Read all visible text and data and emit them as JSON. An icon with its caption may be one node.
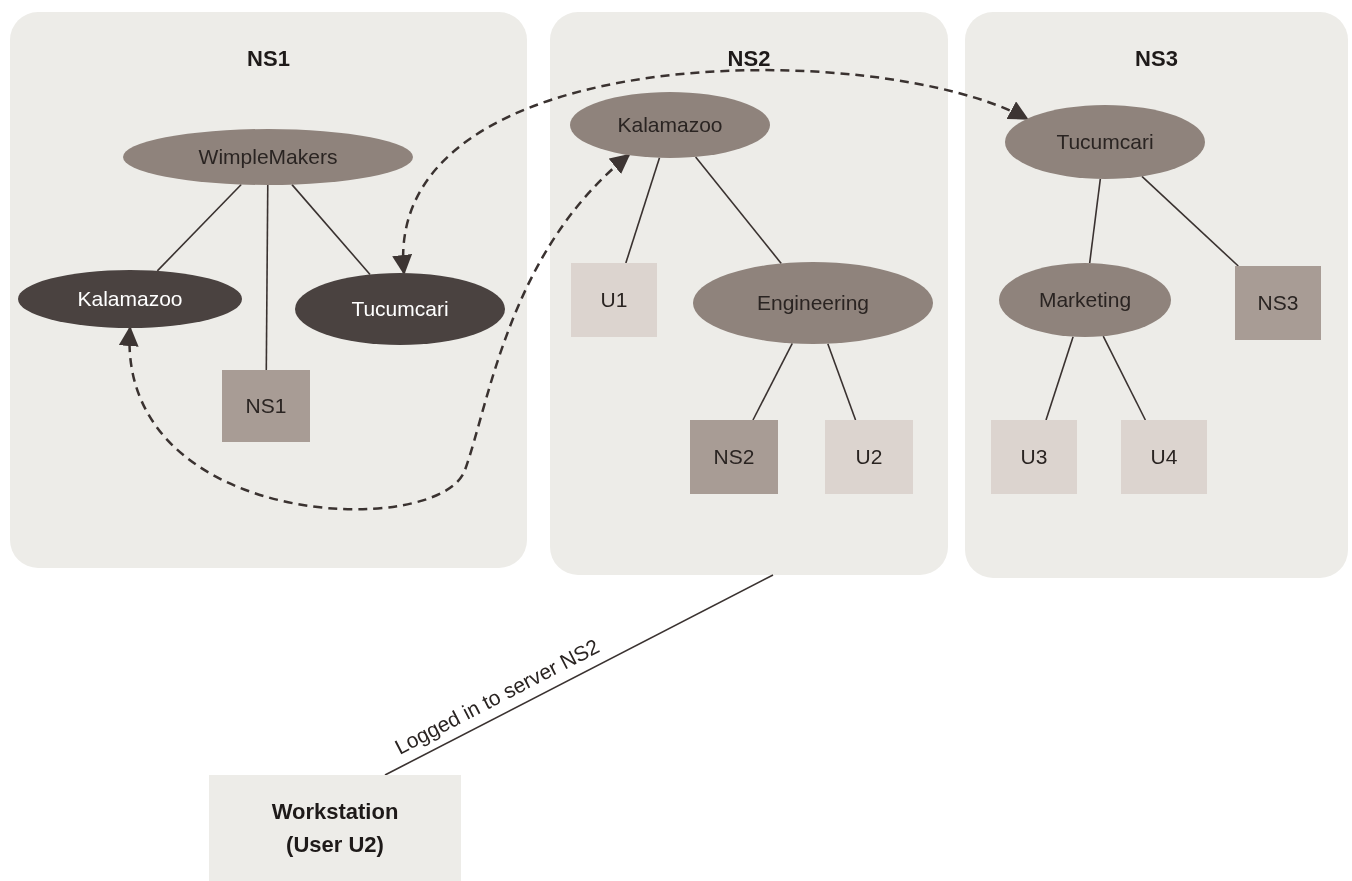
{
  "diagram": {
    "nodes": [
      {
        "text": [
          "NS1"
        ]
      },
      {
        "text": [
          "WimpleMakers"
        ],
        "in": 0
      },
      {
        "text": [
          "Kalamazoo"
        ],
        "in": 0
      },
      {
        "text": [
          "Tucumcari"
        ],
        "in": 0
      },
      {
        "text": [
          "NS1"
        ],
        "in": 0
      },
      {
        "text": [
          "NS2"
        ]
      },
      {
        "text": [
          "Kalamazoo"
        ],
        "in": 5
      },
      {
        "text": [
          "U1"
        ],
        "in": 5
      },
      {
        "text": [
          "Engineering"
        ],
        "in": 5
      },
      {
        "text": [
          "NS2"
        ],
        "in": 5
      },
      {
        "text": [
          "U2"
        ],
        "in": 5
      },
      {
        "text": [
          "NS3"
        ]
      },
      {
        "text": [
          "Tucumcari"
        ],
        "in": 11
      },
      {
        "text": [
          "Marketing"
        ],
        "in": 11
      },
      {
        "text": [
          "NS3"
        ],
        "in": 11
      },
      {
        "text": [
          "U3"
        ],
        "in": 11
      },
      {
        "text": [
          "U4"
        ],
        "in": 11
      },
      {
        "text": [
          "Workstation (User U2)"
        ]
      }
    ],
    "edges": [
      {
        "from": 1,
        "to": 2,
        "arrow": "none"
      },
      {
        "from": 1,
        "to": 4,
        "arrow": "none"
      },
      {
        "from": 1,
        "to": 3,
        "arrow": "none"
      },
      {
        "from": 6,
        "to": 7,
        "arrow": "none"
      },
      {
        "from": 6,
        "to": 8,
        "arrow": "none"
      },
      {
        "from": 8,
        "to": 9,
        "arrow": "none"
      },
      {
        "from": 8,
        "to": 10,
        "arrow": "none"
      },
      {
        "from": 12,
        "to": 13,
        "arrow": "none"
      },
      {
        "from": 12,
        "to": 14,
        "arrow": "none"
      },
      {
        "from": 13,
        "to": 15,
        "arrow": "none"
      },
      {
        "from": 13,
        "to": 16,
        "arrow": "none"
      },
      {
        "from": 3,
        "to": 12,
        "arrow": "both",
        "style": "dashed"
      },
      {
        "from": 2,
        "to": 6,
        "arrow": "both",
        "style": "dashed"
      },
      {
        "from": 17,
        "to": 5,
        "arrow": "none",
        "label": "Logged in to server NS2"
      }
    ]
  }
}
